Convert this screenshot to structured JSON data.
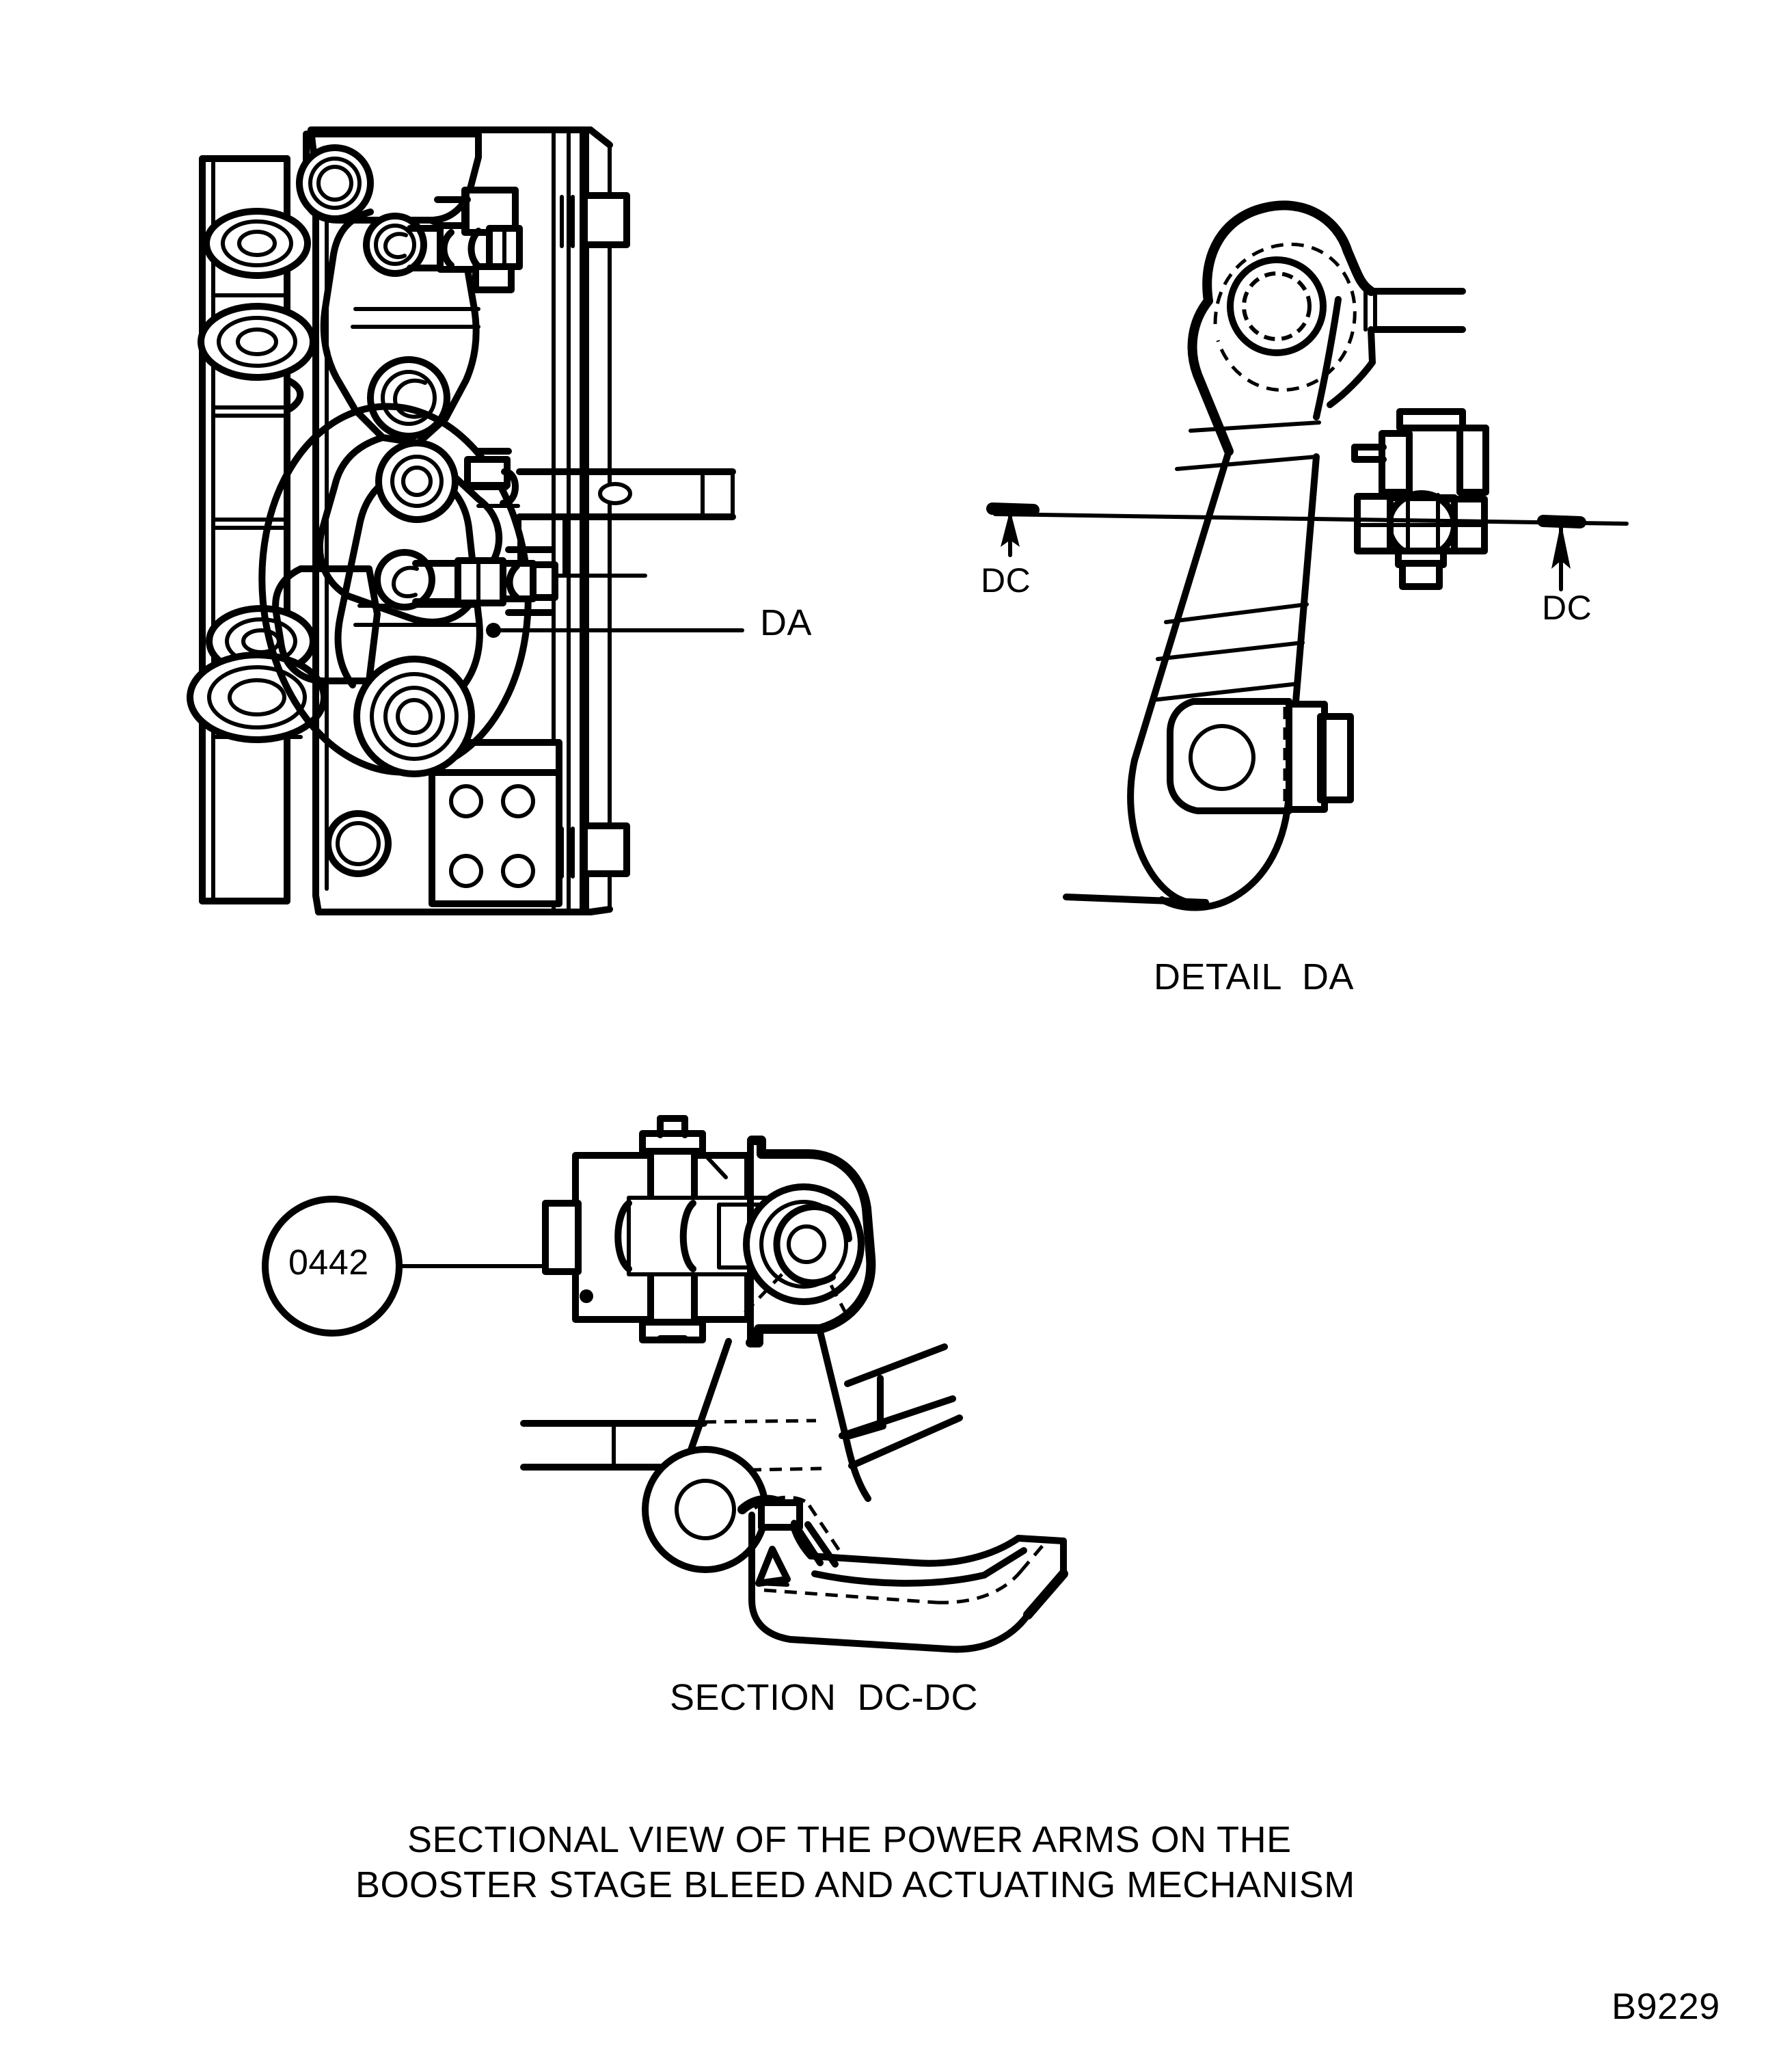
{
  "sheet": {
    "background_color": "#ffffff",
    "line_color": "#000000",
    "drawing_number": "B9229"
  },
  "views": [
    {
      "id": "assembly-view",
      "kind": "sectional-assembly",
      "detail_callout": "DA"
    },
    {
      "id": "detail-da-view",
      "kind": "detail",
      "caption": "DETAIL  DA",
      "section_marks": [
        "DC",
        "DC"
      ]
    },
    {
      "id": "section-dc-dc-view",
      "kind": "section",
      "caption": "SECTION  DC-DC",
      "balloon": "0442"
    }
  ],
  "labels": {
    "detail_callout_da": "DA",
    "section_mark_left": "DC",
    "section_mark_right": "DC",
    "detail_caption": "DETAIL  DA",
    "balloon_number": "0442",
    "section_caption": "SECTION  DC-DC",
    "title_line_1": "SECTIONAL VIEW OF THE POWER ARMS ON THE",
    "title_line_2": "BOOSTER STAGE BLEED AND ACTUATING MECHANISM",
    "drawing_number": "B9229"
  }
}
